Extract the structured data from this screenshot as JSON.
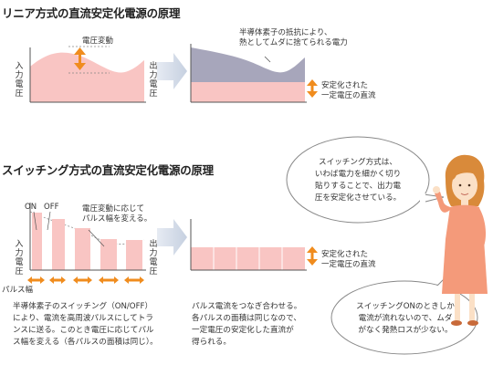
{
  "linear": {
    "title": "リニア方式の直流安定化電源の原理",
    "input_label": [
      "入",
      "力",
      "電",
      "圧"
    ],
    "output_label": [
      "出",
      "力",
      "電",
      "圧"
    ],
    "voltage_change_label": "電圧変動",
    "loss_label_line1": "半導体素子の抵抗により、",
    "loss_label_line2": "熱としてムダに捨てられる電力",
    "stable_label_line1": "安定化された",
    "stable_label_line2": "一定電圧の直流"
  },
  "switching": {
    "title": "スイッチング方式の直流安定化電源の原理",
    "input_label": [
      "入",
      "力",
      "電",
      "圧"
    ],
    "output_label": [
      "出",
      "力",
      "電",
      "圧"
    ],
    "on_label": "ON",
    "off_label": "OFF",
    "pulse_note_line1": "電圧変動に応じて",
    "pulse_note_line2": "パルス幅を変える。",
    "pulse_width_label": "パルス幅",
    "stable_label_line1": "安定化された",
    "stable_label_line2": "一定電圧の直流",
    "caption_left": [
      "半導体素子のスイッチング（ON/OFF）",
      "により、電流を高周波パルスにしてトラ",
      "ンスに送る。このとき電圧に応じてパル",
      "ス幅を変える（各パルスの面積は同じ）。"
    ],
    "caption_right": [
      "パルス電流をつなぎ合わせる。",
      "各パルスの面積は同じなので、",
      "一定電圧の安定化した直流が",
      "得られる。"
    ]
  },
  "bubbles": {
    "top": [
      "スイッチング方式は、",
      "いわば電力を細かく切り",
      "貼りすることで、出力電",
      "圧を安定化させている。"
    ],
    "bottom": [
      "スイッチングONのときしか",
      "電流が流れないので、ムダ",
      "がなく発熱ロスが少ない。"
    ]
  },
  "colors": {
    "pink_fill": "#f9c5c3",
    "pink_light": "#fbd9d7",
    "gray_fill": "#a7a6bb",
    "orange_arrow": "#f08c1e",
    "axis": "#555555",
    "big_arrow": "#d3dbe8"
  },
  "icons": {
    "person": "woman-illustration",
    "arrows": "orange-double-arrow"
  }
}
